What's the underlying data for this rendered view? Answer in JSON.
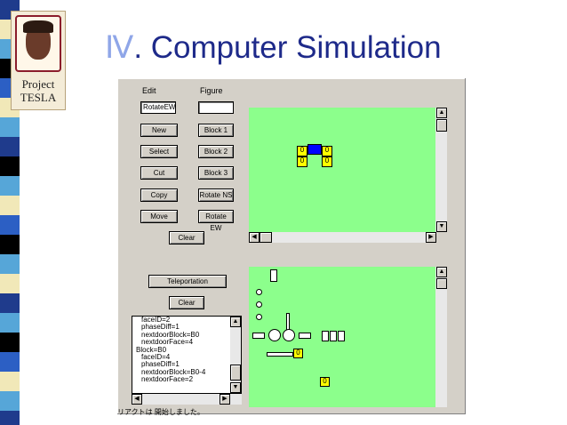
{
  "logo": {
    "line1": "Project",
    "line2": "TESLA"
  },
  "title": {
    "roman": "Ⅳ",
    "text": ". Computer Simulation"
  },
  "app": {
    "edit_label": "Edit",
    "figure_label": "Figure",
    "edit_value": "RotateEW",
    "figure_value": "",
    "buttons": {
      "new": "New",
      "select": "Select",
      "cut": "Cut",
      "copy": "Copy",
      "move": "Move",
      "block1": "Block 1",
      "block2": "Block 2",
      "block3": "Block 3",
      "rotate_ns": "Rotate NS",
      "rotate_ew": "Rotate EW",
      "clear_top": "Clear",
      "teleportation": "Teleportation",
      "clear_bottom": "Clear"
    },
    "block_digit": "0",
    "log_lines": [
      "faceID=2",
      "phaseDiff=1",
      "nextdoorBlock=B0",
      "nextdoorFace=4",
      "Block=B0",
      "faceID=4",
      "phaseDiff=1",
      "nextdoorBlock=B0-4",
      "nextdoorFace=2"
    ],
    "status_text": "リアクトは 開始しました。"
  },
  "colors": {
    "accent_title": "#1e2a8a",
    "roman_numeral": "#8fa6e8",
    "canvas_green": "#8cff8c",
    "block_yellow": "#ffff00",
    "block_blue": "#0000ff"
  }
}
